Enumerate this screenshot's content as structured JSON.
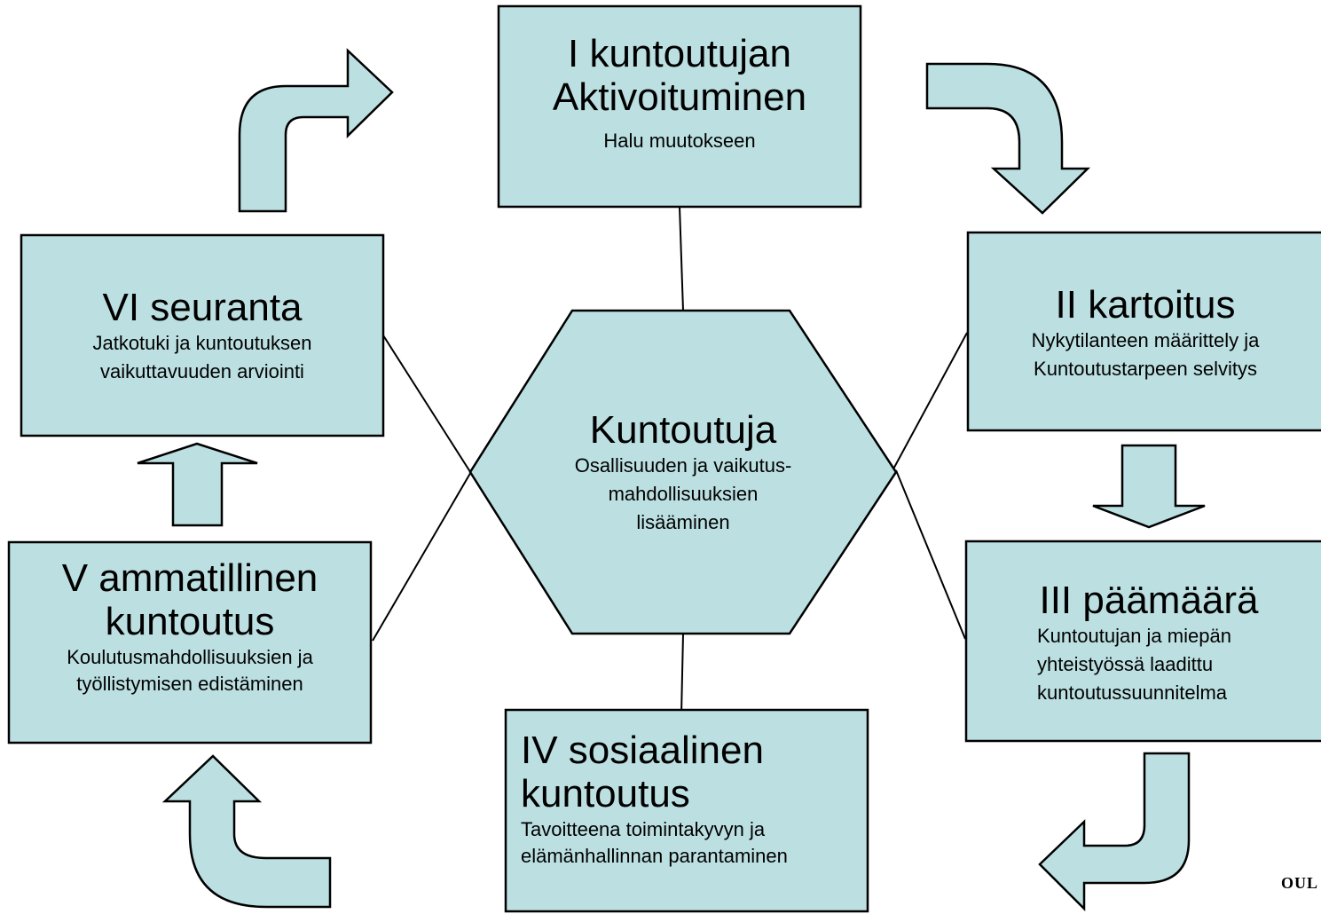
{
  "center": {
    "title": "Kuntoutuja",
    "lines": [
      "Osallisuuden ja vaikutus-",
      "mahdollisuuksien",
      "lisääminen"
    ]
  },
  "stages": [
    {
      "title_lines": [
        "I kuntoutujan",
        "Aktivoituminen"
      ],
      "desc_lines": [
        "Halu muutokseen"
      ]
    },
    {
      "title_lines": [
        "II kartoitus"
      ],
      "desc_lines": [
        "Nykytilanteen määrittely ja",
        "Kuntoutustarpeen selvitys"
      ]
    },
    {
      "title_lines": [
        "III päämäärä"
      ],
      "desc_lines": [
        "Kuntoutujan ja miepän",
        "yhteistyössä laadittu",
        "kuntoutussuunnitelma"
      ]
    },
    {
      "title_lines": [
        "IV sosiaalinen",
        "kuntoutus"
      ],
      "desc_lines": [
        "Tavoitteena toimintakyvyn ja",
        "elämänhallinnan parantaminen"
      ]
    },
    {
      "title_lines": [
        "V ammatillinen",
        "kuntoutus"
      ],
      "desc_lines": [
        "Koulutusmahdollisuuksien ja",
        "työllistymisen edistäminen"
      ]
    },
    {
      "title_lines": [
        "VI seuranta"
      ],
      "desc_lines": [
        "Jatkotuki ja kuntoutuksen",
        "vaikuttavuuden arviointi"
      ]
    }
  ],
  "corner_logo": "OUL",
  "colors": {
    "fill": "#bce0e2",
    "stroke": "#000000"
  }
}
